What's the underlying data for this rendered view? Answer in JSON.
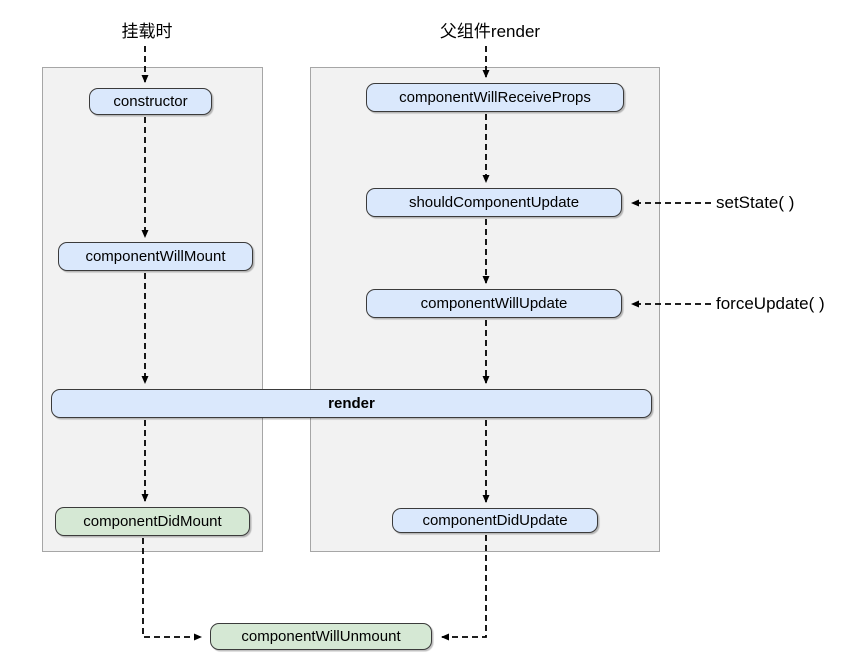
{
  "headers": {
    "mount_label": "挂载时",
    "parent_render_label": "父组件render"
  },
  "nodes": {
    "constructor": "constructor",
    "component_will_mount": "componentWillMount",
    "component_will_receive_props": "componentWillReceiveProps",
    "should_component_update": "shouldComponentUpdate",
    "component_will_update": "componentWillUpdate",
    "render": "render",
    "component_did_mount": "componentDidMount",
    "component_did_update": "componentDidUpdate",
    "component_will_unmount": "componentWillUnmount"
  },
  "side_labels": {
    "set_state": "setState( )",
    "force_update": "forceUpdate( )"
  },
  "colors": {
    "node_blue_fill": "#dae8fc",
    "node_green_fill": "#d5e8d4",
    "node_border": "#3b3b3b",
    "panel_fill": "#f2f2f2",
    "panel_border": "#a6a6a6",
    "arrow_color": "#000000"
  }
}
